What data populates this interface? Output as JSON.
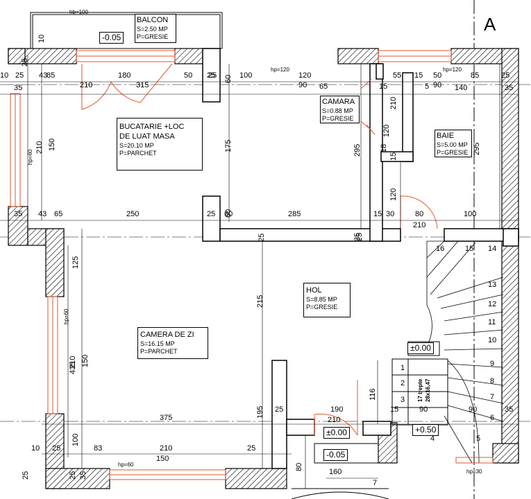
{
  "axis_label": "A",
  "rooms": {
    "balcon": {
      "name": "BALCON",
      "area": "S=2.50 MP",
      "floor": "P=GRESIE"
    },
    "bucatarie": {
      "name1": "BUCATARIE +LOC",
      "name2": "DE LUAT MASA",
      "area": "S=20.10 MP",
      "floor": "P=PARCHET"
    },
    "camara": {
      "name": "CAMARA",
      "area": "S=0.88 MP",
      "floor": "P=GRESIE"
    },
    "baie": {
      "name": "BAIE",
      "area": "S=5.00 MP",
      "floor": "P=GRESIE"
    },
    "hol": {
      "name": "HOL",
      "area": "S=8.85 MP",
      "floor": "P=GRESIE"
    },
    "camera": {
      "name": "CAMERA DE ZI",
      "area": "S=16.15 MP",
      "floor": "P=PARCHET"
    }
  },
  "levels": {
    "balcon": "-0.05",
    "stair_top": "±0.00",
    "hol_entry": "±0.00",
    "stair_landing": "+0.50",
    "entry_ext": "-0.05"
  },
  "sill_heights": {
    "balcon_door": "hb=100",
    "top_window": "hp=120",
    "baie_window": "hp=120",
    "left_window_top": "hp=60",
    "left_window_bottom": "hp=60",
    "bottom_window": "hp=60",
    "bottom_right": "hp=30"
  },
  "stairs": {
    "caption": "17 trepte",
    "dims": "28x16,47",
    "steps": [
      "1",
      "2",
      "3",
      "4",
      "5",
      "6",
      "7",
      "8",
      "9",
      "10",
      "11",
      "12",
      "13",
      "14",
      "15",
      "16"
    ]
  },
  "dims_h": [
    "10",
    "25",
    "43",
    "85",
    "180",
    "25",
    "50",
    "25",
    "100",
    "120",
    "90",
    "65",
    "15",
    "55",
    "15",
    "50",
    "85",
    "25",
    "5",
    "90",
    "140",
    "35",
    "35",
    "210",
    "315",
    "35",
    "43",
    "65",
    "250",
    "25",
    "60",
    "285",
    "15",
    "30",
    "80",
    "100",
    "210",
    "190",
    "210",
    "15",
    "90",
    "90",
    "35",
    "375",
    "25",
    "10",
    "25",
    "83",
    "210",
    "25",
    "150",
    "160",
    "7"
  ],
  "dims_v": [
    "10",
    "25",
    "210",
    "150",
    "60",
    "175",
    "295",
    "60",
    "210",
    "120",
    "295",
    "18",
    "15",
    "120",
    "25",
    "25",
    "125",
    "435",
    "215",
    "210",
    "150",
    "195",
    "116",
    "100",
    "80",
    "35",
    "25",
    "25",
    "25"
  ]
}
